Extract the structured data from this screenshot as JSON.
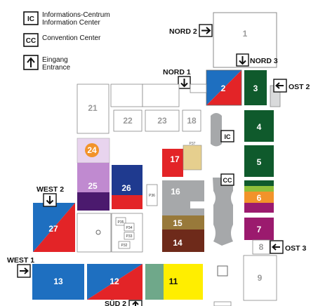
{
  "legend": {
    "ic": {
      "symbol": "IC",
      "line1": "Informations-Centrum",
      "line2": "Information Center"
    },
    "cc": {
      "symbol": "CC",
      "line1": "Convention Center"
    },
    "entrance": {
      "line1": "Eingang",
      "line2": "Entrance"
    }
  },
  "gates": {
    "nord2": "NORD 2",
    "nord3": "NORD 3",
    "nord1": "NORD 1",
    "ost2": "OST 2",
    "west2": "WEST 2",
    "west1": "WEST 1",
    "ost3": "OST 3",
    "sued2": "SÜD 2"
  },
  "halls": {
    "h1": "1",
    "h2": "2",
    "h3": "3",
    "h4": "4",
    "h5": "5",
    "h6": "6",
    "h7": "7",
    "h8": "8",
    "h9": "9",
    "h11": "11",
    "h12": "12",
    "h13": "13",
    "h14": "14",
    "h15": "15",
    "h16": "16",
    "h17": "17",
    "h18": "18",
    "h21": "21",
    "h22": "22",
    "h23": "23",
    "h24": "24",
    "h25": "25",
    "h26": "26",
    "h27": "27"
  },
  "markers": {
    "ic": "IC",
    "cc": "CC"
  },
  "pavilions": {
    "p36": "P36",
    "p35": "P35",
    "p34": "P34",
    "p33": "P33",
    "p32": "P32",
    "p37": "P37"
  },
  "colors": {
    "blue": "#1e6fc0",
    "red": "#e32427",
    "dark_green": "#0f5a2c",
    "yellow": "#ffee00",
    "teal_green": "#6fa88a",
    "lilac": "#c08ad0",
    "dark_purple": "#4b1a6e",
    "navy": "#1f3a8f",
    "orange": "#f2932a",
    "magenta": "#9b1a6e",
    "gray": "#a6a8aa",
    "brown_olive": "#98793a",
    "dark_brown": "#6e2a1a",
    "tan": "#e6cf8e",
    "light_gray": "#d9dadb",
    "pale_purple": "#e8d4ee"
  }
}
